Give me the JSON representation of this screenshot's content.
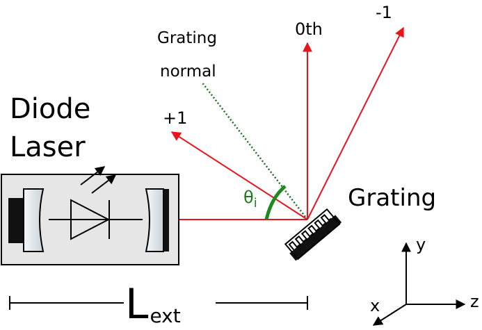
{
  "labels": {
    "diode_laser_line1": "Diode",
    "diode_laser_line2": "Laser",
    "grating": "Grating",
    "grating_normal_line1": "Grating",
    "grating_normal_line2": "normal",
    "order_plus1": "+1",
    "order_zero": "0th",
    "order_minus1": "-1",
    "theta": "θ",
    "theta_sub": "i",
    "length_main": "L",
    "length_sub": "ext",
    "axis_x": "x",
    "axis_y": "y",
    "axis_z": "z"
  },
  "colors": {
    "beam": "#e8141c",
    "normal": "#1e6e1e",
    "angle_arc": "#1e8a1e",
    "housing_fill": "#e6e6e6",
    "outline": "#000000"
  },
  "icons": [
    "diode-icon",
    "emission-arrows-icon",
    "mirror-icon",
    "grating-icon",
    "axes-icon"
  ]
}
